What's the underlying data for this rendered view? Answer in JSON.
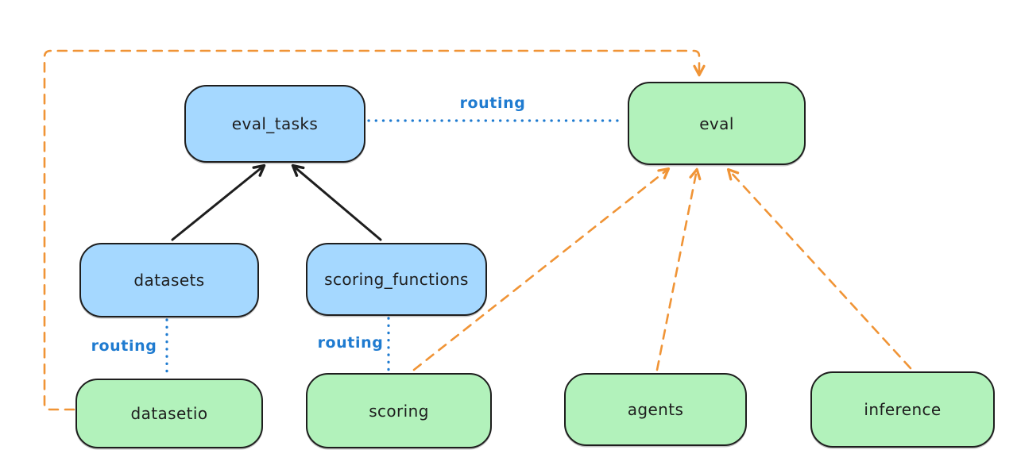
{
  "diagram": {
    "nodes": {
      "eval_tasks": {
        "label": "eval_tasks"
      },
      "eval": {
        "label": "eval"
      },
      "datasets": {
        "label": "datasets"
      },
      "scoring_functions": {
        "label": "scoring_functions"
      },
      "datasetio": {
        "label": "datasetio"
      },
      "scoring": {
        "label": "scoring"
      },
      "agents": {
        "label": "agents"
      },
      "inference": {
        "label": "inference"
      }
    },
    "routing_labels": {
      "eval_tasks_eval": "routing",
      "datasets_datasetio": "routing",
      "scoring_functions_scoring": "routing"
    },
    "colors": {
      "node_blue_fill": "#a5d8ff",
      "node_green_fill": "#b2f2bb",
      "node_border": "#1e1e1e",
      "routing_blue": "#1f7bd0",
      "arrow_orange": "#f09436",
      "arrow_black": "#1e1e1e",
      "canvas_bg": "#ffffff"
    }
  }
}
